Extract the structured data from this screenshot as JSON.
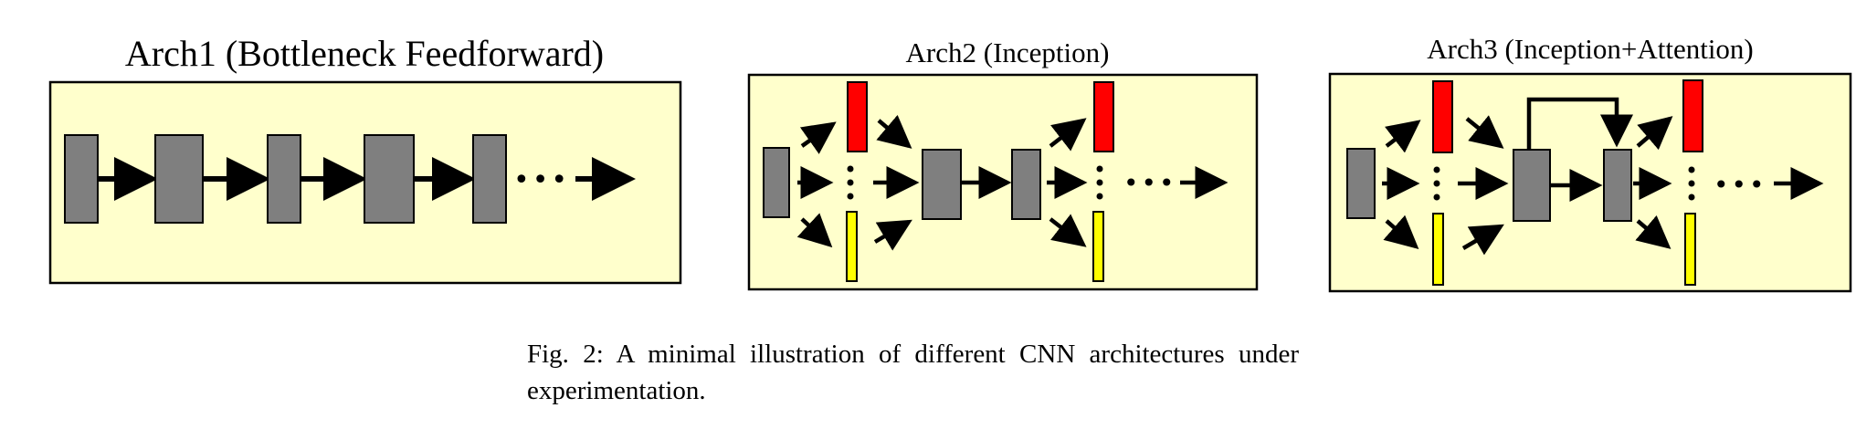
{
  "colors": {
    "panel_fill": "#ffffcc",
    "block_fill": "#7f7f7f",
    "branch_red": "#ff0000",
    "branch_yellow": "#ffff00",
    "stroke": "#000000"
  },
  "panels": [
    {
      "id": "arch1",
      "title": "Arch1 (Bottleneck Feedforward)"
    },
    {
      "id": "arch2",
      "title": "Arch2 (Inception)"
    },
    {
      "id": "arch3",
      "title": "Arch3 (Inception+Attention)"
    }
  ],
  "ellipsis": "•••",
  "caption": "Fig. 2: A minimal illustration of different CNN architectures under experimentation."
}
